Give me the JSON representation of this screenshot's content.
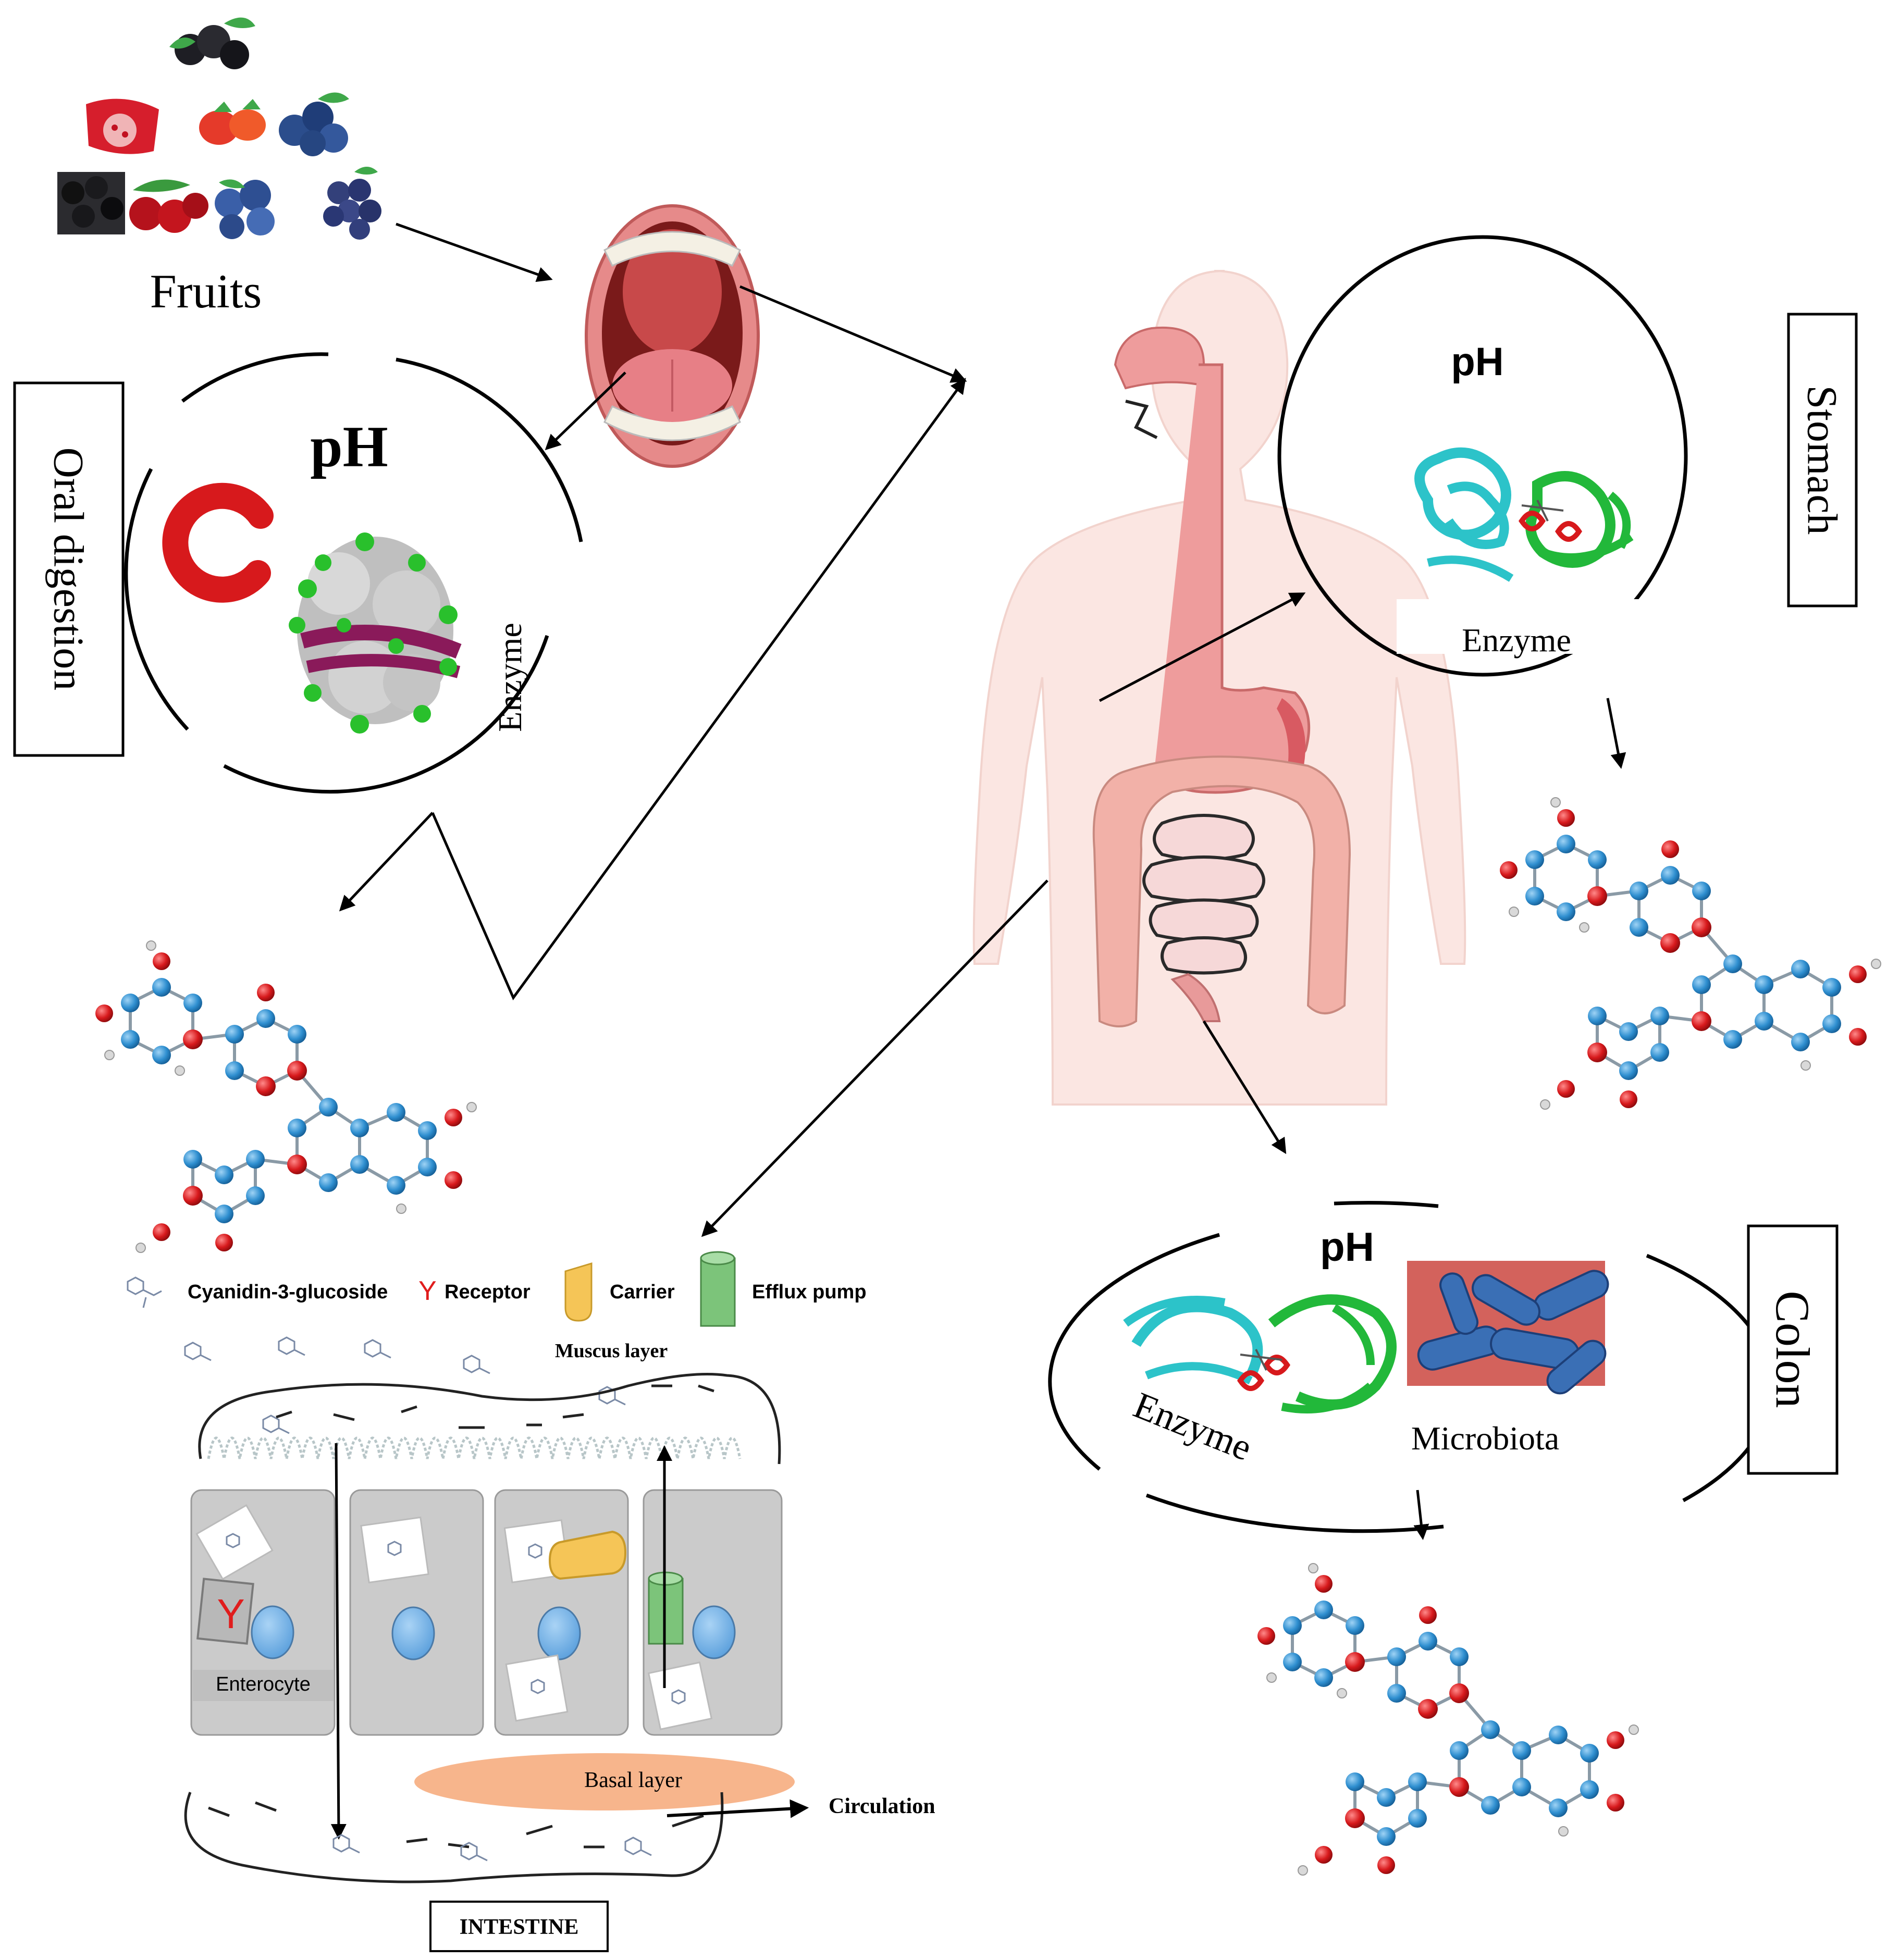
{
  "fruits": {
    "label": "Fruits"
  },
  "oral": {
    "side_label": "Oral digestion",
    "ph": "pH",
    "enzyme": "Enzyme",
    "temp_icon": "temperature-celsius-icon"
  },
  "stomach": {
    "side_label": "Stomach",
    "ph": "pH",
    "enzyme": "Enzyme"
  },
  "colon": {
    "side_label": "Colon",
    "ph": "pH",
    "enzyme": "Enzyme",
    "microbiota": "Microbiota"
  },
  "intestine": {
    "legend": {
      "compound": "Cyanidin-3-glucoside",
      "receptor_symbol": "Y",
      "receptor": "Receptor",
      "carrier": "Carrier",
      "efflux": "Efflux pump"
    },
    "mucus": "Muscus layer",
    "enterocyte": "Enterocyte",
    "receptor_symbol": "Y",
    "basal": "Basal layer",
    "circulation": "Circulation",
    "title": "INTESTINE"
  },
  "colors": {
    "molecule_carbon": "#2f8fd0",
    "molecule_oxygen": "#d7191c",
    "enzyme_cyan": "#2cc3c9",
    "enzyme_green": "#22b83a",
    "tract_pink": "#ee9c9c",
    "basal_orange": "#f7b58c",
    "nucleus_blue": "#6fb0e6",
    "carrier_yellow": "#f5c557",
    "efflux_green": "#7cc47a"
  }
}
